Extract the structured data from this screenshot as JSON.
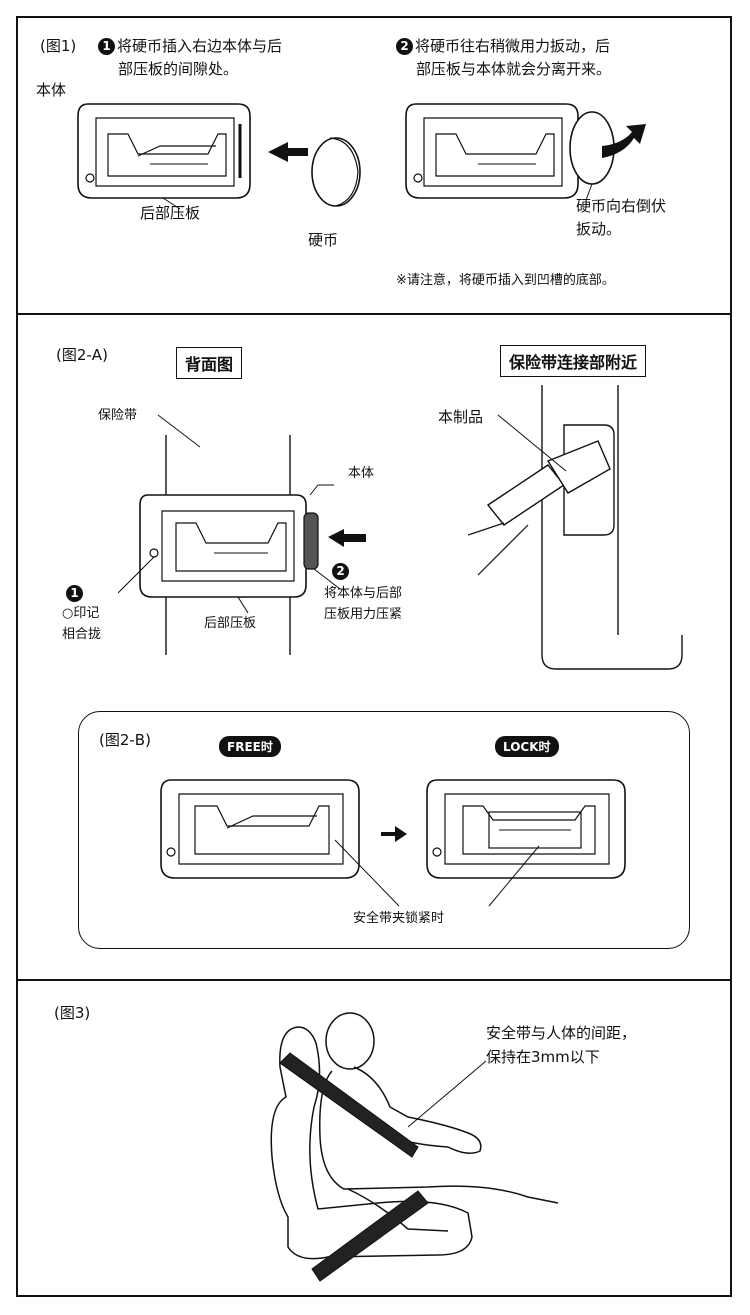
{
  "fig1": {
    "label": "(图1)",
    "step1_num": "1",
    "step1_line1": "将硬币插入右边本体与后",
    "step1_line2": "部压板的间隙处。",
    "step2_num": "2",
    "step2_line1": "将硬币往右稍微用力扳动，后",
    "step2_line2": "部压板与本体就会分离开来。",
    "body_label": "本体",
    "back_plate_label": "后部压板",
    "coin_label": "硬币",
    "tilt_line1": "硬币向右倒伏",
    "tilt_line2": "扳动。",
    "note": "※请注意，将硬币插入到凹槽的底部。"
  },
  "fig2a": {
    "label": "(图2-A)",
    "back_view_title": "背面图",
    "belt_area_title": "保险带连接部附近",
    "belt_label": "保险带",
    "body_label": "本体",
    "mark_num": "1",
    "mark_line1": "○印记",
    "mark_line2": "相合拢",
    "back_plate_label": "后部压板",
    "press_num": "2",
    "press_line1": "将本体与后部",
    "press_line2": "压板用力压紧",
    "product_label": "本制品"
  },
  "fig2b": {
    "label": "(图2-B)",
    "free_label": "FREE时",
    "lock_label": "LOCK时",
    "locked_caption": "安全带夹锁紧时"
  },
  "fig3": {
    "label": "(图3)",
    "gap_line1": "安全带与人体的间距，",
    "gap_line2": "保持在3mm以下"
  }
}
